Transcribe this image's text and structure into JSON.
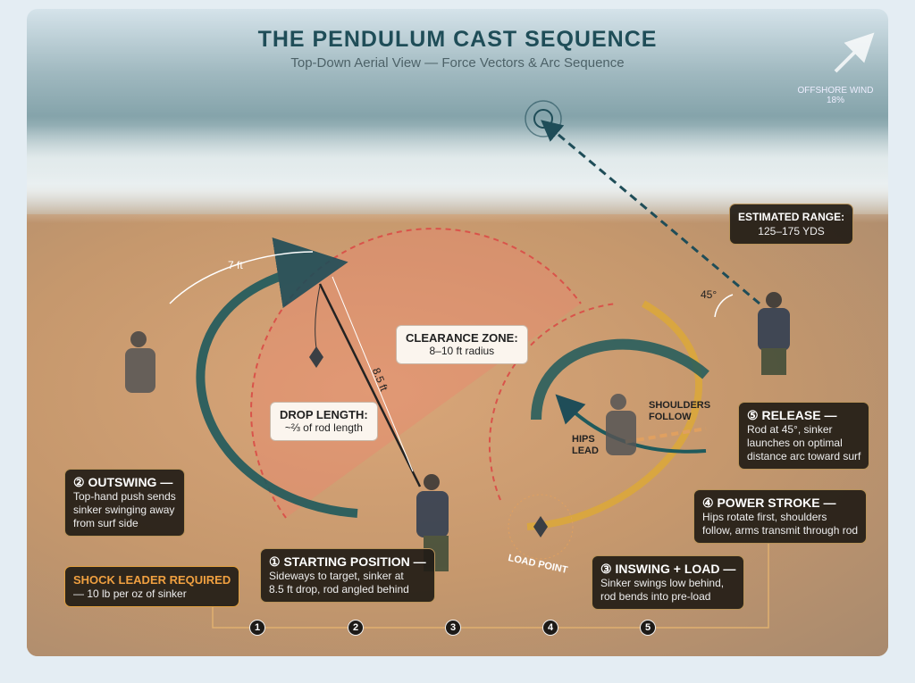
{
  "title": "THE PENDULUM CAST SEQUENCE",
  "subtitle": "Top-Down Aerial View — Force Vectors & Arc Sequence",
  "wind": {
    "label": "OFFSHORE WIND",
    "value": "18%"
  },
  "range": {
    "title": "ESTIMATED RANGE:",
    "value": "125–175 YDS"
  },
  "measures": {
    "arc": "7 ft",
    "rod": "8.5 ft",
    "angle": "45°"
  },
  "clearance": {
    "title": "CLEARANCE ZONE:",
    "text": "8–10 ft radius"
  },
  "drop": {
    "title": "DROP LENGTH:",
    "text": "~⅔ of rod length"
  },
  "steps": [
    {
      "num": "①",
      "title": "STARTING POSITION —",
      "text": [
        "Sideways to target, sinker at",
        "8.5 ft drop, rod angled behind"
      ]
    },
    {
      "num": "②",
      "title": "OUTSWING —",
      "text": [
        "Top-hand push sends",
        "sinker swinging away",
        "from surf side"
      ]
    },
    {
      "num": "③",
      "title": "INSWING + LOAD —",
      "text": [
        "Sinker swings low behind,",
        "rod bends into pre-load"
      ]
    },
    {
      "num": "④",
      "title": "POWER STROKE —",
      "text": [
        "Hips rotate first, shoulders",
        "follow, arms transmit through rod"
      ]
    },
    {
      "num": "⑤",
      "title": "RELEASE —",
      "text": [
        "Rod at 45°, sinker",
        "launches on optimal",
        "distance arc toward surf"
      ]
    }
  ],
  "shock": {
    "title": "SHOCK LEADER REQUIRED",
    "text": "— 10 lb per oz of sinker"
  },
  "labels": {
    "hips": [
      "HIPS",
      "LEAD"
    ],
    "shoulders": [
      "SHOULDERS",
      "FOLLOW"
    ],
    "load": "LOAD POINT"
  },
  "timeline": [
    "1",
    "2",
    "3",
    "4",
    "5"
  ],
  "colors": {
    "teal": "#1f5a5c",
    "gold": "#d9a640",
    "clearance": "#e0604f"
  }
}
